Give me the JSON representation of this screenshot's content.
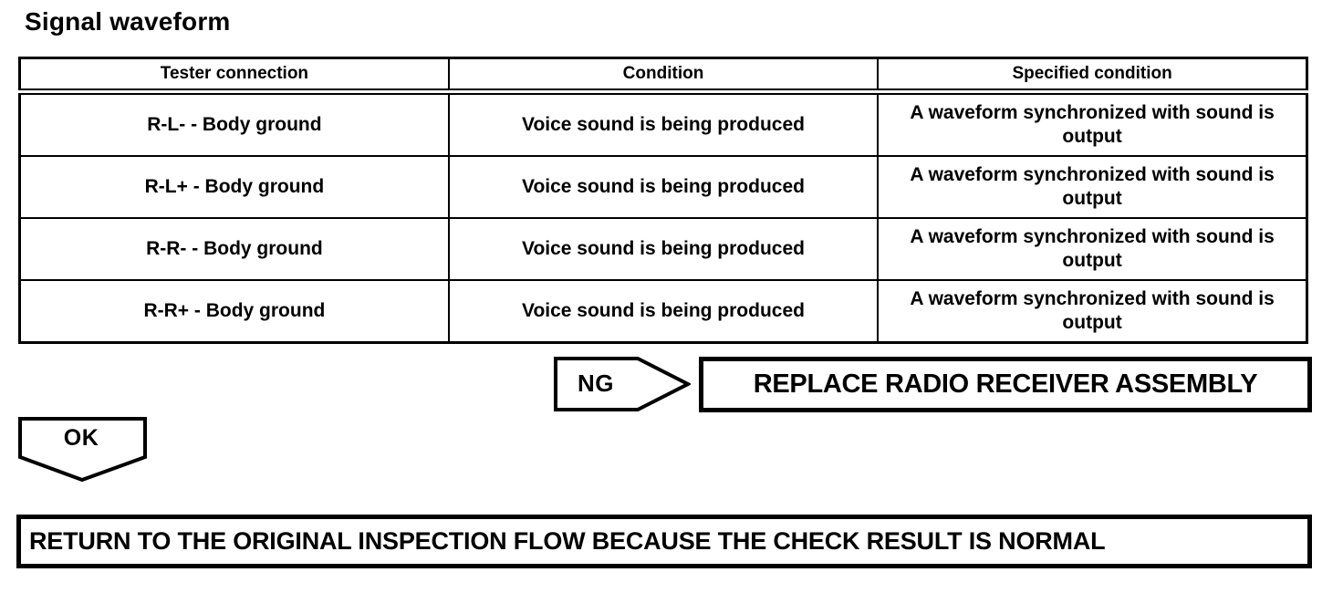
{
  "title": "Signal waveform",
  "table": {
    "headers": [
      "Tester connection",
      "Condition",
      "Specified condition"
    ],
    "rows": [
      [
        "R-L- - Body ground",
        "Voice sound is being produced",
        "A waveform synchronized with sound is output"
      ],
      [
        "R-L+ - Body ground",
        "Voice sound is being produced",
        "A waveform synchronized with sound is output"
      ],
      [
        "R-R- - Body ground",
        "Voice sound is being produced",
        "A waveform synchronized with sound is output"
      ],
      [
        "R-R+ - Body ground",
        "Voice sound is being produced",
        "A waveform synchronized with sound is output"
      ]
    ]
  },
  "flow": {
    "ng": {
      "label": "NG",
      "action": "REPLACE RADIO RECEIVER ASSEMBLY"
    },
    "ok": {
      "label": "OK",
      "action": "RETURN TO THE ORIGINAL INSPECTION FLOW BECAUSE THE CHECK RESULT IS NORMAL"
    }
  },
  "colors": {
    "ink": "#000000",
    "background": "#ffffff"
  }
}
